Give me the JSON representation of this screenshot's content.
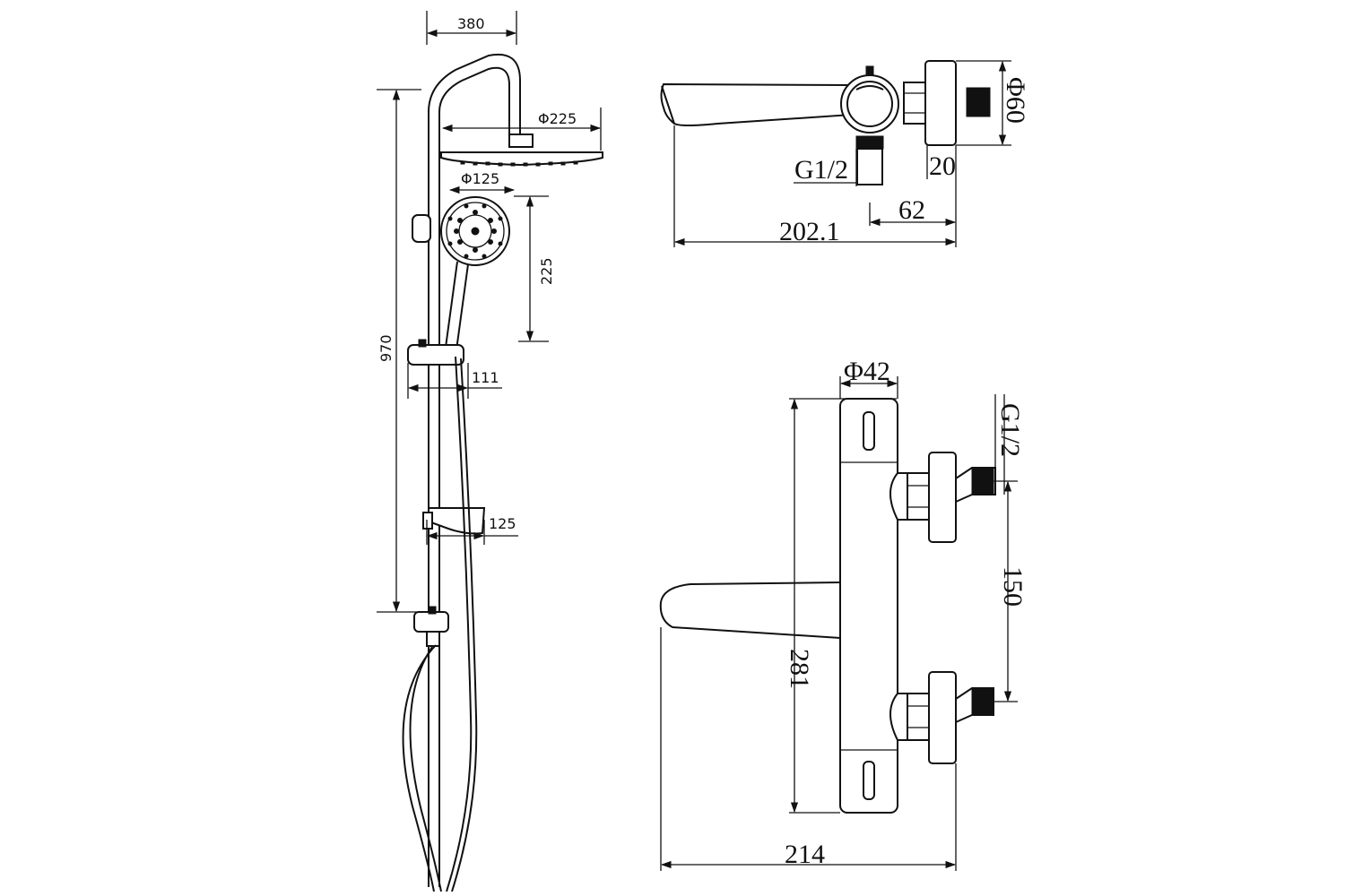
{
  "diagram": {
    "left_view": {
      "dim_width": "380",
      "dim_head_diameter": "Φ225",
      "dim_handshower_diameter": "Φ125",
      "dim_head_to_handshower": "225",
      "dim_total_height": "970",
      "dim_holder_offset": "111",
      "dim_shelf_width": "125"
    },
    "top_right_view": {
      "dim_diameter": "Φ60",
      "dim_thread": "G1/2",
      "dim_flange": "20",
      "dim_offset": "62",
      "dim_length": "202.1"
    },
    "bottom_right_view": {
      "dim_body_diameter": "Φ42",
      "dim_thread": "G1/2",
      "dim_centers": "150",
      "dim_height": "281",
      "dim_width": "214"
    }
  }
}
